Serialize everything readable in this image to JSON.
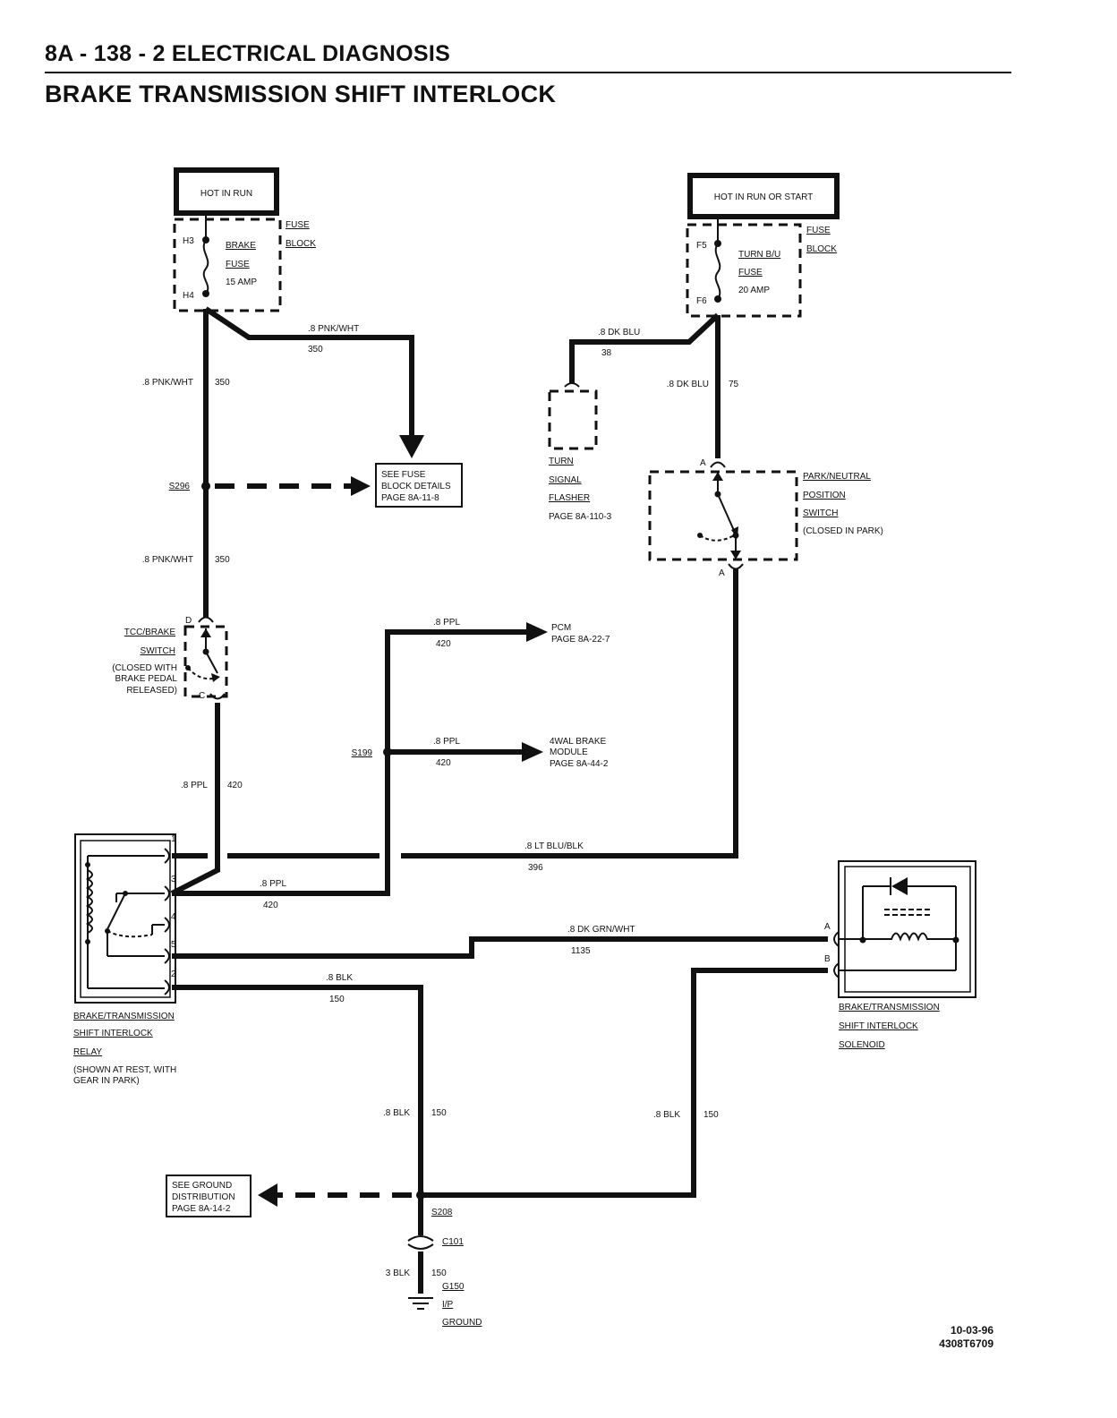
{
  "header": {
    "section": "8A - 138 - 2  ELECTRICAL DIAGNOSIS",
    "title": "BRAKE TRANSMISSION SHIFT INTERLOCK"
  },
  "power": {
    "left_box": "HOT IN RUN",
    "right_box": "HOT IN RUN OR START"
  },
  "fuse_block": {
    "label_line1": "FUSE",
    "label_line2": "BLOCK",
    "left": {
      "terminal_top": "H3",
      "terminal_bottom": "H4",
      "name_line1": "BRAKE",
      "name_line2": "FUSE",
      "rating": "15 AMP"
    },
    "right": {
      "terminal_top": "F5",
      "terminal_bottom": "F6",
      "name_line1": "TURN B/U",
      "name_line2": "FUSE",
      "rating": "20 AMP"
    }
  },
  "wires": {
    "w350_size": ".8 PNK/WHT",
    "w350_circuit": "350",
    "w38_size": ".8 DK BLU",
    "w38_circuit": "38",
    "w75_size": ".8 DK BLU",
    "w75_circuit": "75",
    "w420_size": ".8 PPL",
    "w420_circuit": "420",
    "w396_size": ".8 LT BLU/BLK",
    "w396_circuit": "396",
    "w1135_size": ".8 DK GRN/WHT",
    "w1135_circuit": "1135",
    "w150_size": ".8 BLK",
    "w150_circuit": "150",
    "w150g_size": "3 BLK"
  },
  "splices": {
    "s296": "S296",
    "s199": "S199",
    "s208": "S208"
  },
  "refs": {
    "fuse_details": [
      "SEE FUSE",
      "BLOCK DETAILS",
      "PAGE 8A-11-8"
    ],
    "pcm": [
      "PCM",
      "PAGE 8A-22-7"
    ],
    "brake_module": [
      "4WAL BRAKE",
      "MODULE",
      "PAGE 8A-44-2"
    ],
    "ground_dist": [
      "SEE GROUND",
      "DISTRIBUTION",
      "PAGE 8A-14-2"
    ]
  },
  "components": {
    "flasher": {
      "line1": "TURN",
      "line2": "SIGNAL",
      "line3": "FLASHER",
      "page": "PAGE 8A-110-3"
    },
    "pn_switch": {
      "line1": "PARK/NEUTRAL",
      "line2": "POSITION",
      "line3": "SWITCH",
      "note": "(CLOSED IN PARK)",
      "pin_top": "A",
      "pin_bottom": "A"
    },
    "tcc_switch": {
      "line1": "TCC/BRAKE",
      "line2": "SWITCH",
      "note1": "(CLOSED WITH",
      "note2": "BRAKE PEDAL",
      "note3": "RELEASED)",
      "pin_top": "D",
      "pin_bottom": "C"
    },
    "relay": {
      "line1": "BRAKE/TRANSMISSION",
      "line2": "SHIFT INTERLOCK",
      "line3": "RELAY",
      "note1": "(SHOWN AT REST, WITH",
      "note2": "GEAR IN PARK)",
      "pins": [
        "1",
        "3",
        "4",
        "5",
        "2"
      ]
    },
    "solenoid": {
      "line1": "BRAKE/TRANSMISSION",
      "line2": "SHIFT INTERLOCK",
      "line3": "SOLENOID",
      "pin_a": "A",
      "pin_b": "B"
    },
    "connector": "C101",
    "ground": {
      "id": "G150",
      "line1": "I/P",
      "line2": "GROUND"
    }
  },
  "footer": {
    "date": "10-03-96",
    "code": "4308T6709"
  }
}
